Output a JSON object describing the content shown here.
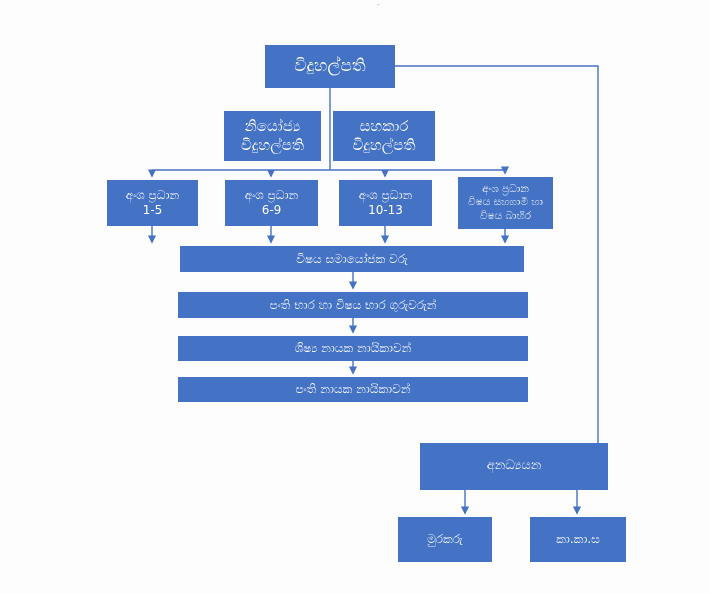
{
  "colors": {
    "box_fill": "#4472C4",
    "box_text": "#FFFFFF",
    "connector": "#4472C4",
    "background": "#FDFDFD"
  },
  "diagram": {
    "principal": "විදුහල්පති",
    "deputy": {
      "line1": "නියෝජ්‍ය",
      "line2": "විදුහල්පති"
    },
    "assistant": {
      "line1": "සහකාර",
      "line2": "විදුහල්පති"
    },
    "section1": {
      "line1": "අංශ ප්‍රධාන",
      "line2": "1-5"
    },
    "section2": {
      "line1": "අංශ ප්‍රධාන",
      "line2": "6-9"
    },
    "section3": {
      "line1": "අංශ ප්‍රධාන",
      "line2": "10-13"
    },
    "section4": {
      "line1": "අංශ ප්‍රධාන",
      "line2": "විෂය සහගාමී හා",
      "line3": "විෂය බාහිර"
    },
    "bar1": "විෂය සමායෝජක වරු",
    "bar2": "පංති භාර හා විෂය භාර ගුරුවරුන්",
    "bar3": "ශිෂ්‍ය නායක නායිකාවන්",
    "bar4": "පංති නායක නායිකාවන්",
    "non_academic": "අනධ්‍යයන",
    "watchman": "මුරකරු",
    "kakasa": "කා.කා.ස"
  }
}
